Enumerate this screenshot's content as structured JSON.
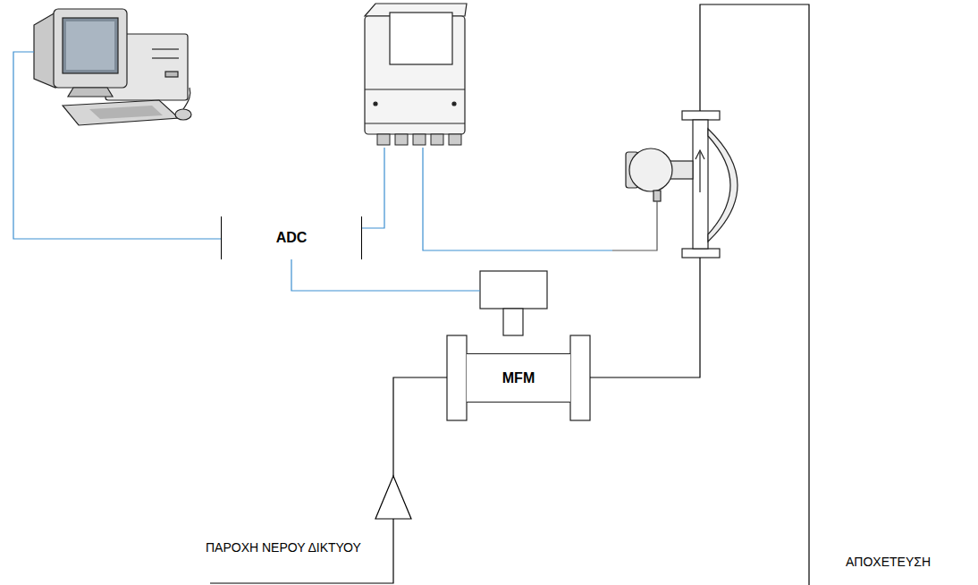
{
  "diagram": {
    "nodes": [
      {
        "text": [
          "ADC"
        ]
      },
      {
        "text": [
          "MFM"
        ]
      }
    ],
    "edges": [
      {
        "from": 0,
        "to": 1,
        "arrow": "none"
      }
    ],
    "labels": [
      "ΠΑΡΟΧΗ ΝΕΡΟΥ ΔΙΚΤΥΟΥ",
      "ΑΠΟΧΕΤΕΥΣΗ"
    ]
  }
}
